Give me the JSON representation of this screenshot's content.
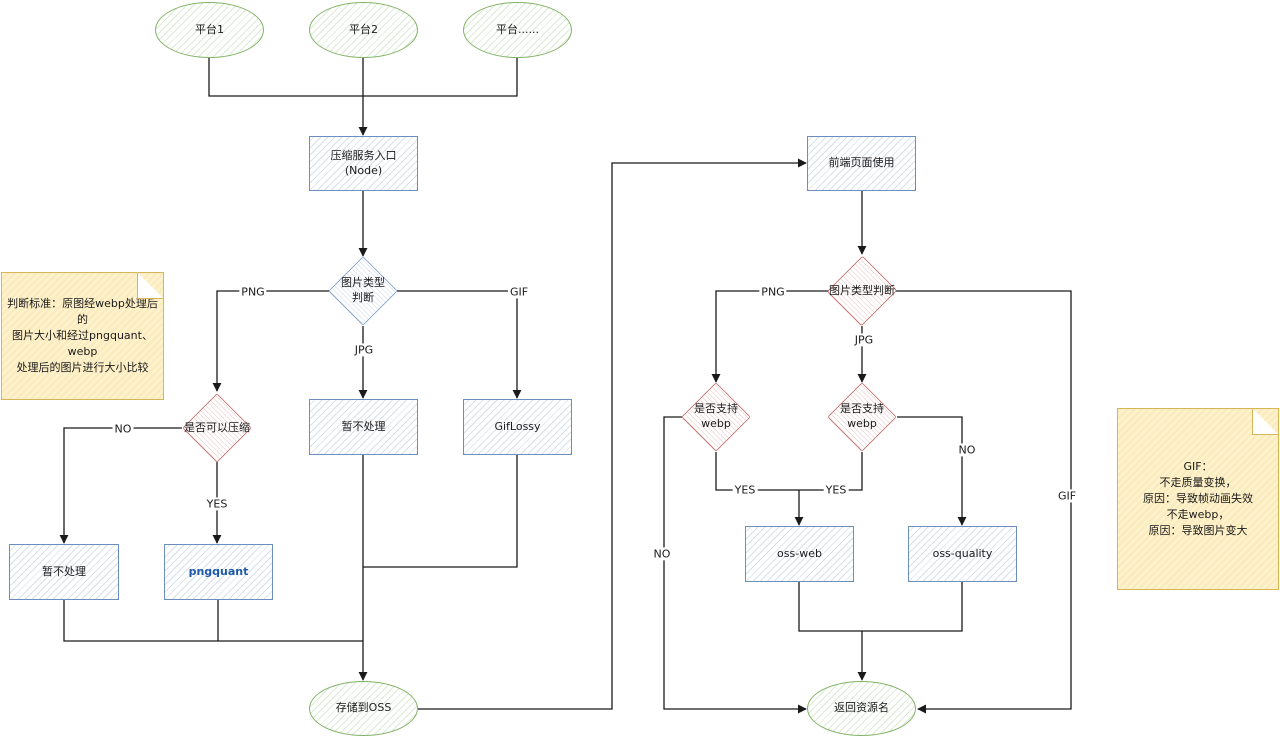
{
  "colors": {
    "green": "#82b366",
    "blue": "#6c8ebf",
    "red": "#b85450",
    "note": "#d6b656",
    "pngquant_text": "#1e5aa8"
  },
  "nodes": {
    "platform1": "平台1",
    "platform2": "平台2",
    "platform_more": "平台......",
    "entry": "压缩服务入口\n(Node)",
    "type_check_left": "图片类型\n判断",
    "no_process_mid": "暂不处理",
    "giflossy": "GifLossy",
    "can_compress": "是否可以压缩",
    "no_process_left": "暂不处理",
    "pngquant": "pngquant",
    "store_oss": "存储到OSS",
    "frontend": "前端页面使用",
    "type_check_right": "图片类型判断",
    "webp_check_png": "是否支持webp",
    "webp_check_jpg": "是否支持webp",
    "oss_web": "oss-web",
    "oss_quality": "oss-quality",
    "return_name": "返回资源名"
  },
  "notes": {
    "criteria": "判断标准：原图经webp处理后的\n图片大小和经过pngquant、webp\n处理后的图片进行大小比较",
    "gif": "GIF：\n不走质量变换，\n原因：导致帧动画失效\n不走webp，\n原因：导致图片变大"
  },
  "edge_labels": {
    "png_left": "PNG",
    "jpg_left": "JPG",
    "gif_left": "GIF",
    "no_left": "NO",
    "yes_left": "YES",
    "png_right": "PNG",
    "jpg_right": "JPG",
    "gif_right": "GIF",
    "yes_right_a": "YES",
    "yes_right_b": "YES",
    "no_right_a": "NO",
    "no_right_b": "NO"
  }
}
